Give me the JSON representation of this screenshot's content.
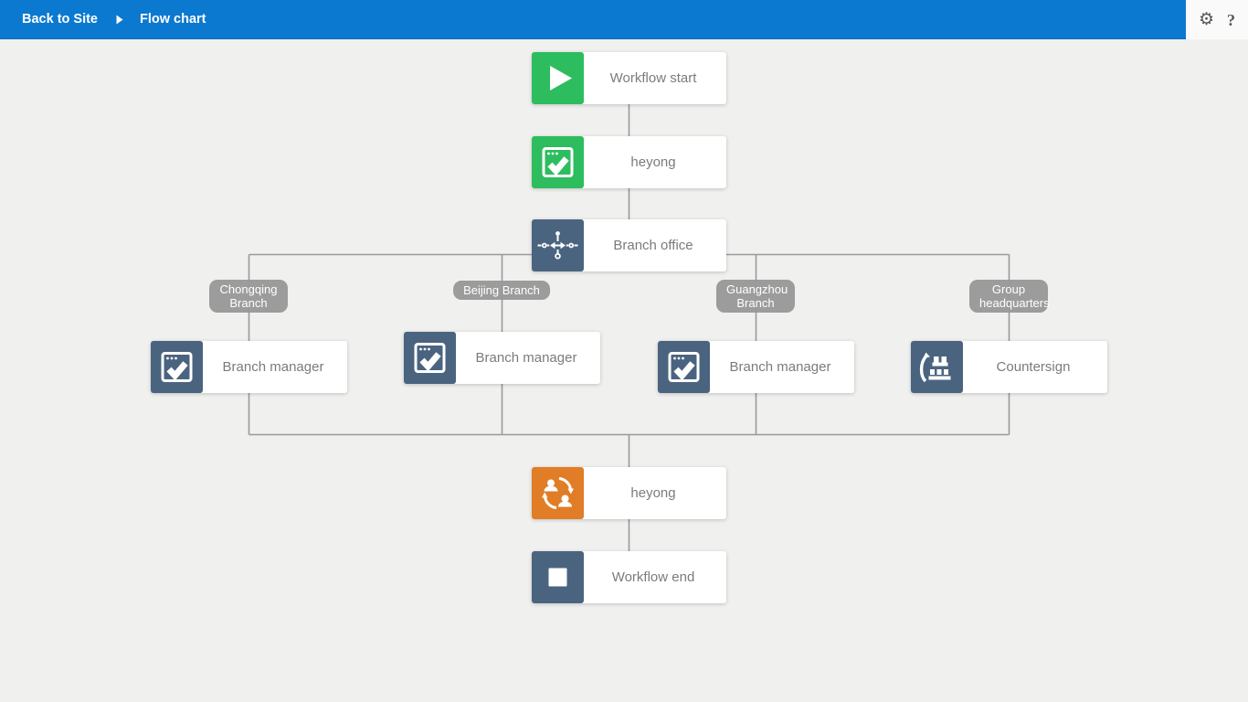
{
  "header": {
    "back_label": "Back to Site",
    "title": "Flow chart",
    "settings_icon": "gear-icon",
    "help_icon": "?",
    "bar_color": "#0b79d0"
  },
  "flowchart": {
    "type": "workflow-diagram",
    "line_color": "#9a9a9a",
    "colors": {
      "start_green": "#2dbd5e",
      "slate_blue": "#4a6480",
      "orange": "#e17d26",
      "tag_gray": "#989898"
    },
    "start": {
      "label": "Workflow start",
      "icon": "play-icon",
      "color": "#2dbd5e"
    },
    "first_task": {
      "label": "heyong",
      "icon": "window-check-icon",
      "color": "#2dbd5e"
    },
    "split": {
      "label": "Branch office",
      "icon": "branch-split-icon",
      "color": "#4a6480"
    },
    "branches": [
      {
        "tag": "Chongqing Branch",
        "label": "Branch manager",
        "icon": "window-check-icon",
        "color": "#4a6480"
      },
      {
        "tag": "Beijing Branch",
        "label": "Branch manager",
        "icon": "window-check-icon",
        "color": "#4a6480"
      },
      {
        "tag": "Guangzhou Branch",
        "label": "Branch manager",
        "icon": "window-check-icon",
        "color": "#4a6480"
      },
      {
        "tag": "Group headquarters",
        "label": "Countersign",
        "icon": "countersign-icon",
        "color": "#4a6480"
      }
    ],
    "second_task": {
      "label": "heyong",
      "icon": "handover-people-icon",
      "color": "#e17d26"
    },
    "end": {
      "label": "Workflow end",
      "icon": "stop-square-icon",
      "color": "#4a6480"
    }
  }
}
